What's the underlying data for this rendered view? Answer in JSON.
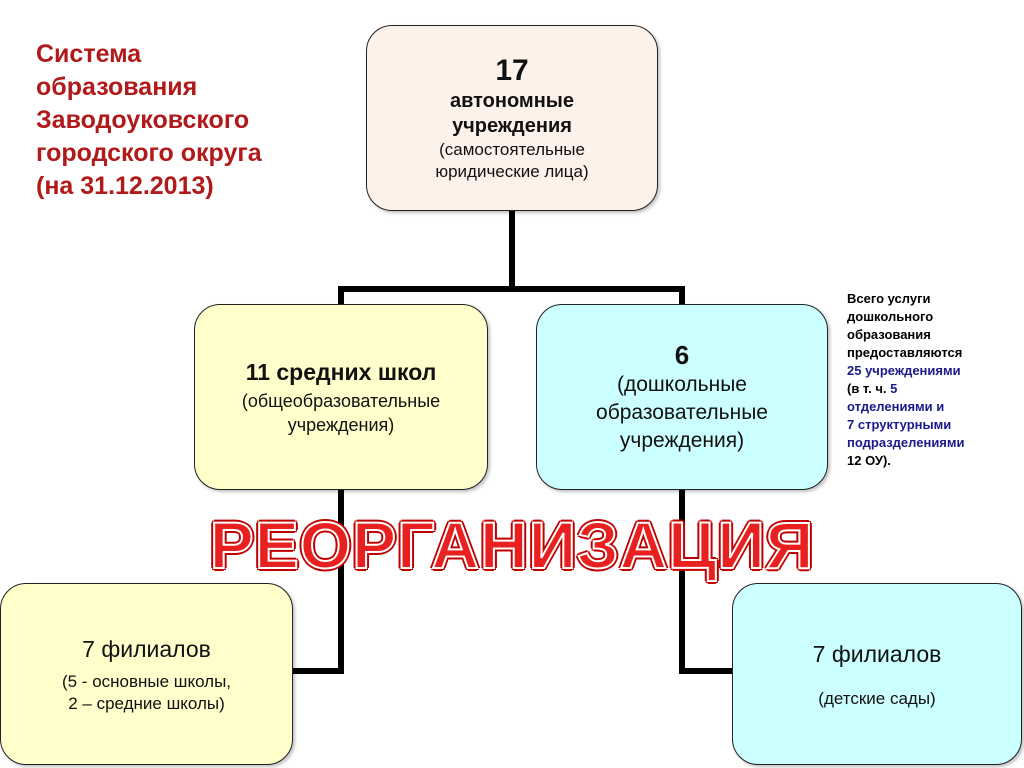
{
  "title": {
    "lines": [
      "Система",
      "образования",
      "Заводоуковского",
      "городского округа",
      "(на 31.12.2013)"
    ]
  },
  "nodes": {
    "top": {
      "number": "17",
      "label_lines": [
        "автономные",
        "учреждения"
      ],
      "sub_lines": [
        "(самостоятельные",
        "юридические лица)"
      ],
      "fill": "#fdf2ea"
    },
    "schools": {
      "heading": "11 средних школ",
      "sub_lines": [
        "(общеобразовательные",
        "учреждения)"
      ],
      "fill": "#ffffcc"
    },
    "preschool": {
      "number": "6",
      "sub_lines": [
        "(дошкольные",
        "образовательные",
        "учреждения)"
      ],
      "fill": "#ccffff"
    },
    "branches_left": {
      "heading": "7 филиалов",
      "sub_lines": [
        "(5 - основные школы,",
        "2 – средние школы)"
      ],
      "fill": "#ffffcc"
    },
    "branches_right": {
      "heading": "7 филиалов",
      "sub": "(детские сады)",
      "fill": "#ccffff"
    }
  },
  "banner": {
    "text": "РЕОРГАНИЗАЦИЯ",
    "color": "#e8201f"
  },
  "note": {
    "line1": "Всего услуги",
    "line2": "дошкольного",
    "line3": "образования",
    "line4": "предоставляются",
    "line5": "25 учреждениями",
    "line6_prefix": "(в т. ч. ",
    "line6_value": "5",
    "line7": "отделениями и",
    "line8": "7 структурными",
    "line9": "подразделениями",
    "line10": "12 ОУ).",
    "highlight_color": "#1a1a8c"
  },
  "connector_color": "#000000"
}
